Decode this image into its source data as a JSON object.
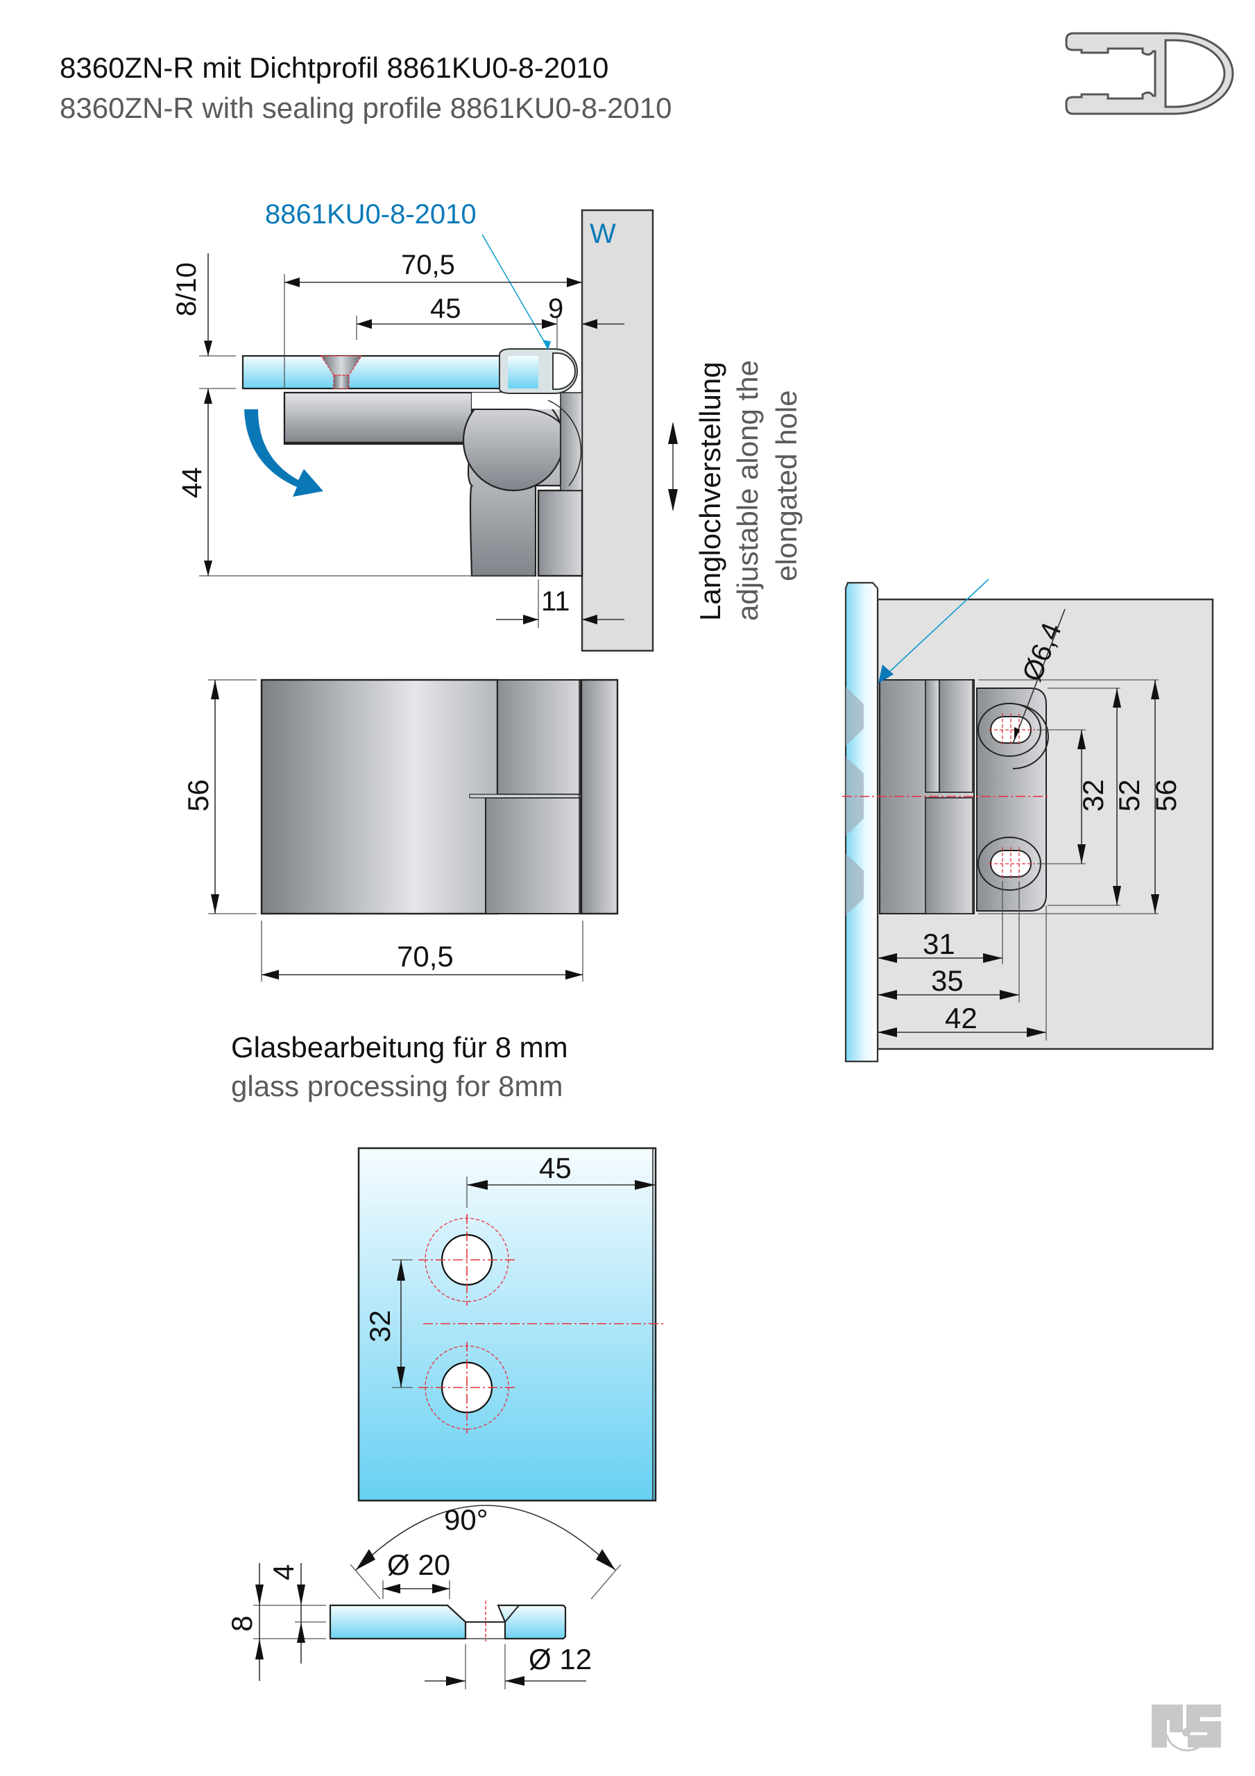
{
  "header": {
    "title_de": "8360ZN-R mit Dichtprofil 8861KU0-8-2010",
    "title_en": "8360ZN-R with sealing profile 8861KU0-8-2010",
    "profile_icon": "sealing-profile-cross-section-icon"
  },
  "side_view": {
    "profile_label": "8861KU0-8-2010",
    "wall_label": "W",
    "dim_overall_length": "70,5",
    "dim_hole_to_seal": "45",
    "dim_seal_width": "9",
    "dim_glass_thickness": "8/10",
    "dim_height": "44",
    "dim_foot_width": "11",
    "rotation_arrow_icon": "rotation-arrow-icon"
  },
  "adjustment_note": {
    "de": "Langlochverstellung",
    "en_line1": "adjustable along the",
    "en_line2": "elongated hole",
    "arrow_icon": "double-arrow-vertical-icon"
  },
  "front_view": {
    "dim_height": "56",
    "dim_width": "70,5"
  },
  "wall_view": {
    "dim_hole_diameter": "Ø6,4",
    "dim_hole_spacing": "32",
    "dim_plate_height": "52",
    "dim_body_height": "56",
    "dim_hole_inner": "31",
    "dim_hole_outer": "35",
    "dim_plate_depth": "42"
  },
  "glass_processing": {
    "title_de": "Glasbearbeitung für 8 mm",
    "title_en": "glass processing for 8mm",
    "dim_edge_distance": "45",
    "dim_hole_spacing": "32",
    "dim_angle": "90°",
    "dim_countersink_diameter": "Ø 20",
    "dim_countersink_depth": "4",
    "dim_glass_thickness": "8",
    "dim_hole_diameter": "Ø 12"
  },
  "logo": {
    "text": "PS",
    "color": "#c8c8c8"
  },
  "colors": {
    "accent_blue": "#0a7ab8",
    "glass_light": "#f2fbff",
    "glass_dark": "#6fd3f3",
    "wall_grey": "#e2e2e2",
    "metal_dark": "#7d8186",
    "metal_light": "#e6e7ea",
    "center_line_red": "#e8303a"
  }
}
